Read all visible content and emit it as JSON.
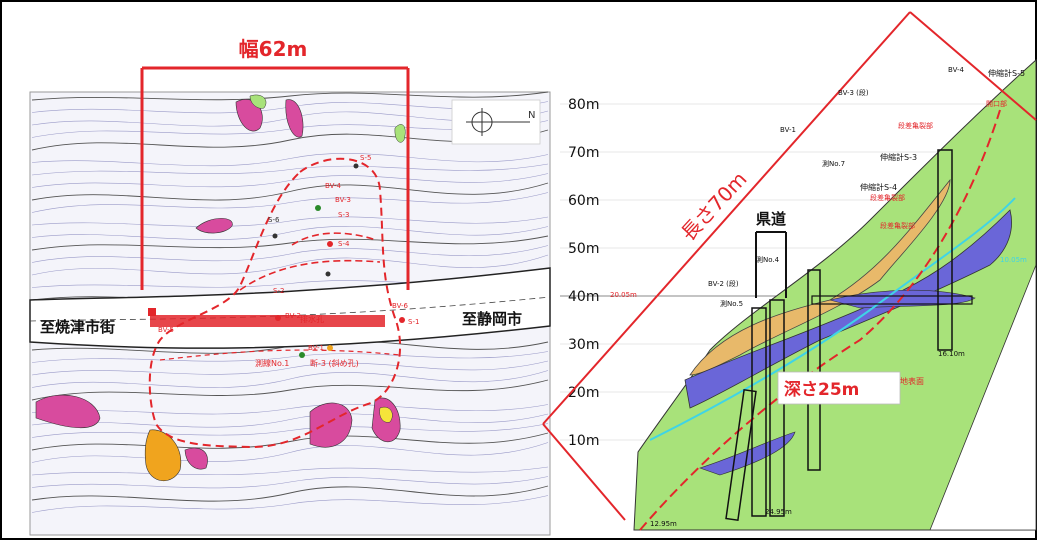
{
  "plan": {
    "width_label": "幅62m",
    "road_west": "至焼津市街",
    "road_east": "至静岡市",
    "station_labels": [
      "S-1",
      "S-2",
      "S-3",
      "S-4",
      "S-5",
      "S-6",
      "BV-1",
      "BV-2",
      "BV-3",
      "BV-4",
      "BV-5",
      "BV-6"
    ],
    "hole_label": "排水孔",
    "boring_label": "断-3 (斜め孔)",
    "section_mark": "測線No.1",
    "compass_letter": "N"
  },
  "section": {
    "elevation_ticks": [
      "80m",
      "70m",
      "60m",
      "50m",
      "40m",
      "30m",
      "20m",
      "10m"
    ],
    "length_label": "長さ70m",
    "depth_label": "深さ25m",
    "road_label": "県道",
    "bore_labels": [
      "BV-2 (段)",
      "BV-3 (段)",
      "BV-4",
      "BV-1"
    ],
    "extensometers": [
      "伸縮計S-5",
      "伸縮計S-3",
      "伸縮計S-4"
    ],
    "crack_labels": [
      "段差亀裂部",
      "段差亀裂部",
      "段差亀裂部",
      "開口部"
    ],
    "bottom_values": [
      "24.95m",
      "16.10m",
      "12.95m"
    ],
    "side_values": [
      "20.05m",
      "10.05m"
    ],
    "small_labels": [
      "測No.4",
      "測No.5",
      "測No.7"
    ],
    "surface_label": "地表面"
  },
  "colors": {
    "red": "#e3262b",
    "green": "#a8e27a",
    "orange": "#e8b96a",
    "purple": "#6a66d8",
    "cyan": "#3fd4e6",
    "pink": "#d84b9e",
    "amber": "#f0a41e"
  }
}
